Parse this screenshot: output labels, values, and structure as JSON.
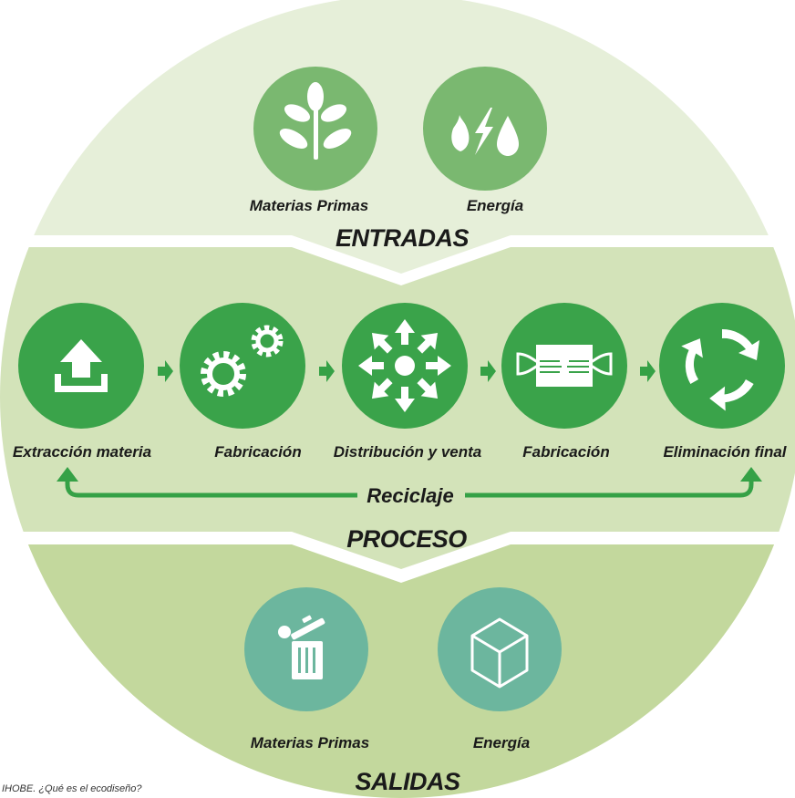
{
  "colors": {
    "band_top": "#e6efd9",
    "band_mid": "#d3e3b9",
    "band_bottom": "#c3d89d",
    "circle_light": "#7ab870",
    "circle_dark": "#3aa34a",
    "circle_teal": "#6cb69e",
    "arrow": "#35a146",
    "text": "#1a1a1a"
  },
  "sections": {
    "inputs": "ENTRADAS",
    "process": "PROCESO",
    "outputs": "SALIDAS"
  },
  "inputs": [
    {
      "label": "Materias Primas",
      "icon": "plant-icon"
    },
    {
      "label": "Energía",
      "icon": "energy-icon"
    }
  ],
  "process_steps": [
    {
      "label": "Extracción materia",
      "icon": "upload-icon"
    },
    {
      "label": "Fabricación",
      "icon": "gears-icon"
    },
    {
      "label": "Distribución y venta",
      "icon": "distribution-arrows-icon"
    },
    {
      "label": "Fabricación",
      "icon": "hands-product-icon"
    },
    {
      "label": "Eliminación final",
      "icon": "recycle-icon"
    }
  ],
  "recycle_label": "Reciclaje",
  "outputs": [
    {
      "label": "Materias Primas",
      "icon": "trash-can-icon"
    },
    {
      "label": "Energía",
      "icon": "cube-icon"
    }
  ],
  "credit": "IHOBE. ¿Qué es el ecodiseño?"
}
